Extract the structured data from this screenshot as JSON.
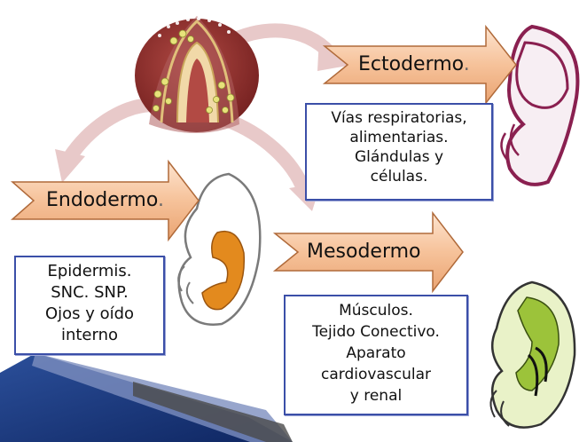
{
  "labels": {
    "ectodermo": "Ectodermo",
    "endodermo": "Endodermo",
    "mesodermo": "Mesodermo",
    "period": "."
  },
  "boxes": {
    "ectodermo": [
      "Vías respiratorias,",
      "alimentarias.",
      "Glándulas y",
      "células."
    ],
    "endodermo": [
      "Epidermis.",
      "SNC. SNP.",
      "Ojos y oído",
      "interno"
    ],
    "mesodermo": [
      "Músculos.",
      "Tejido Conectivo.",
      "Aparato",
      "cardiovascular",
      "y renal"
    ]
  },
  "colors": {
    "arrow_fill": "#f6c9a3",
    "arrow_edge": "#b06a3a",
    "curved_arrow": "#e8c9c9",
    "box_border": "#3b4fa8",
    "embryo_disc": "#8a2a2a",
    "ecto_embryo": "#8a2050",
    "endo_embryo": "#e38a1e",
    "meso_embryo": "#9cc33a",
    "corner_band": "#1f3f86"
  }
}
